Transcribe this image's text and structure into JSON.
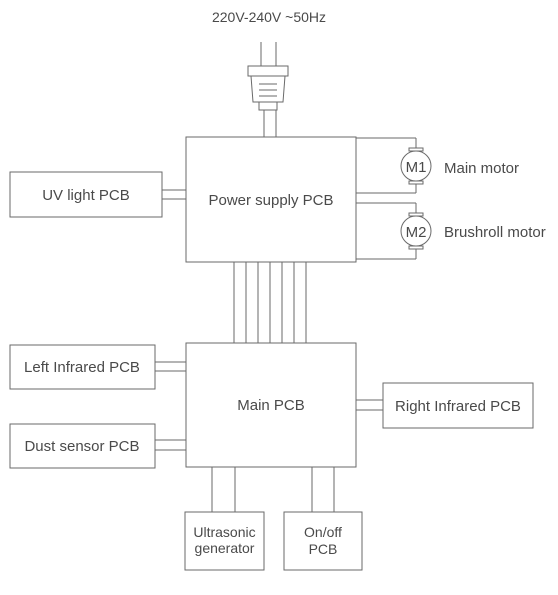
{
  "power_source": {
    "label": "220V-240V ~50Hz"
  },
  "boxes": {
    "power_supply_pcb": "Power supply PCB",
    "uv_light_pcb": "UV light PCB",
    "main_pcb": "Main PCB",
    "left_infrared_pcb": "Left Infrared PCB",
    "dust_sensor_pcb": "Dust sensor PCB",
    "right_infrared_pcb": "Right Infrared PCB",
    "ultrasonic_generator": [
      "Ultrasonic",
      "generator"
    ],
    "on_off_pcb": [
      "On/off",
      "PCB"
    ]
  },
  "motors": [
    {
      "symbol": "M1",
      "label": "Main motor"
    },
    {
      "symbol": "M2",
      "label": "Brushroll motor"
    }
  ],
  "colors": {
    "line": "#6a6a6a",
    "text": "#4a4a4a",
    "background": "#ffffff"
  }
}
